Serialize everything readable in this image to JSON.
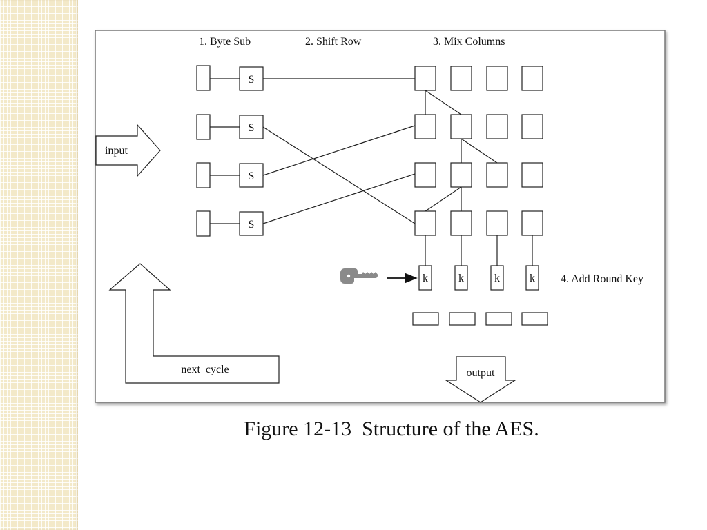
{
  "steps": {
    "byte_sub": "1.  Byte Sub",
    "shift_row": "2.  Shift Row",
    "mix_columns": "3.  Mix Columns",
    "add_round_key": "4.  Add Round Key"
  },
  "sbox_label": "S",
  "key_label": "k",
  "arrows": {
    "input": "input",
    "output": "output",
    "next_cycle": "next  cycle"
  },
  "key_icon": "key-icon",
  "caption": "Figure 12-13  Structure of the AES.",
  "colors": {
    "side_strip": "#f3e9c9",
    "line": "#222222",
    "key_icon": "#8a8a8a"
  }
}
